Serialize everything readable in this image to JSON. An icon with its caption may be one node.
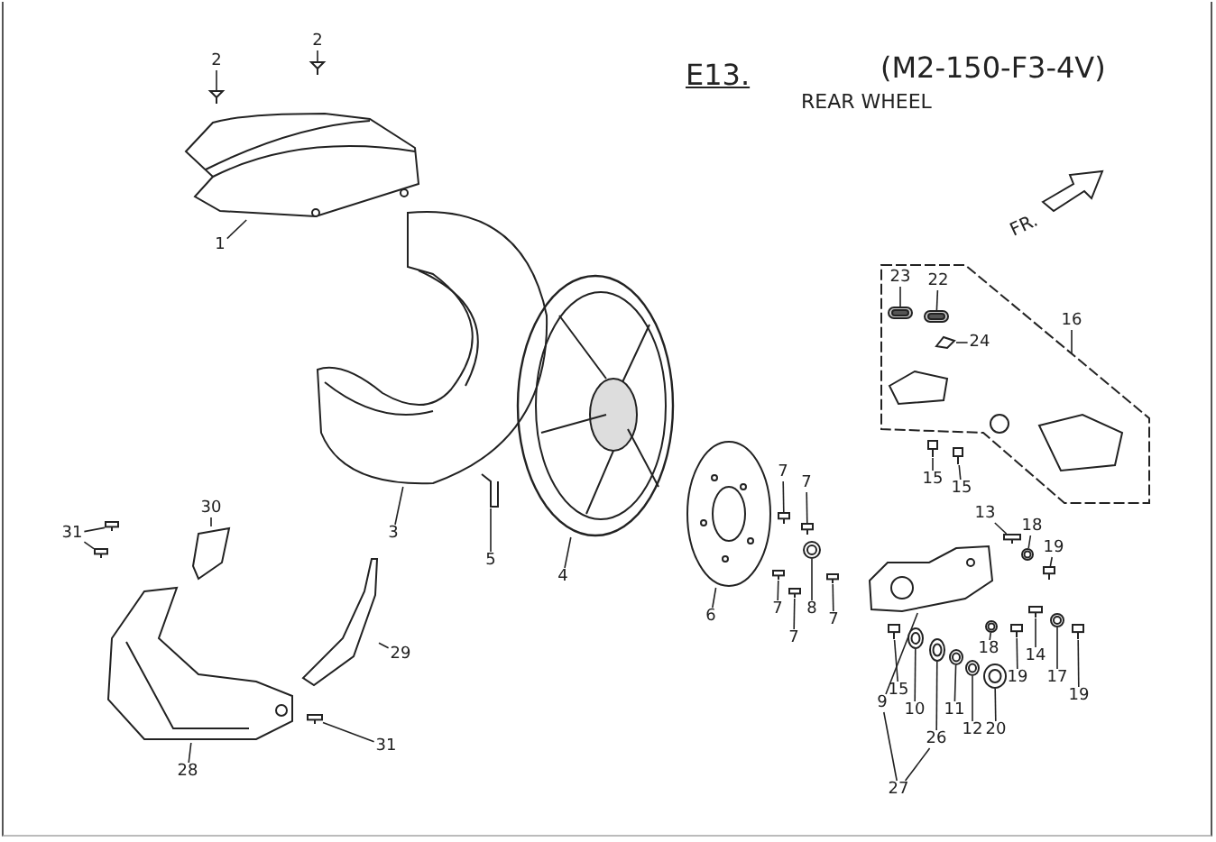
{
  "diagram": {
    "title": "E13.",
    "nodes": [
      {
        "text": [
          "2"
        ]
      },
      {
        "text": [],
        "shape": "picture"
      },
      {
        "text": [
          "2"
        ]
      },
      {
        "text": [],
        "shape": "picture"
      },
      {
        "text": [],
        "shape": "picture"
      },
      {
        "text": [
          "1"
        ]
      },
      {
        "text": [],
        "shape": "picture"
      },
      {
        "text": [
          "23"
        ],
        "in": 6
      },
      {
        "text": [],
        "shape": "picture",
        "in": 6
      },
      {
        "text": [
          "22"
        ],
        "in": 6
      },
      {
        "text": [],
        "shape": "picture",
        "in": 6
      },
      {
        "text": [
          "16"
        ],
        "in": 6
      },
      {
        "text": [
          "24"
        ],
        "in": 6
      },
      {
        "text": [],
        "shape": "picture",
        "in": 6
      },
      {
        "text": [],
        "shape": "picture",
        "in": 6
      },
      {
        "text": [
          "15"
        ],
        "in": 6
      },
      {
        "text": [],
        "shape": "picture",
        "in": 6
      },
      {
        "text": [
          "15"
        ],
        "in": 6
      },
      {
        "text": [],
        "shape": "picture"
      },
      {
        "text": [
          "3"
        ]
      },
      {
        "text": [],
        "shape": "picture"
      },
      {
        "text": [
          "4"
        ]
      },
      {
        "text": [],
        "shape": "picture"
      },
      {
        "text": [
          "5"
        ]
      },
      {
        "text": [],
        "shape": "picture"
      },
      {
        "text": [
          "6"
        ]
      },
      {
        "text": [],
        "shape": "picture"
      },
      {
        "text": [
          "7"
        ]
      },
      {
        "text": [],
        "shape": "picture"
      },
      {
        "text": [
          "7"
        ]
      },
      {
        "text": [],
        "shape": "picture"
      },
      {
        "text": [
          "8"
        ]
      },
      {
        "text": [],
        "shape": "picture"
      },
      {
        "text": [
          "7"
        ]
      },
      {
        "text": [],
        "shape": "picture"
      },
      {
        "text": [
          "7"
        ]
      },
      {
        "text": [],
        "shape": "picture"
      },
      {
        "text": [
          "7"
        ]
      },
      {
        "text": [],
        "shape": "picture"
      },
      {
        "text": [
          "13"
        ]
      },
      {
        "text": [],
        "shape": "picture"
      },
      {
        "text": [
          "18"
        ]
      },
      {
        "text": [],
        "shape": "picture"
      },
      {
        "text": [
          "19"
        ]
      },
      {
        "text": [],
        "shape": "picture"
      },
      {
        "text": [
          "9"
        ]
      },
      {
        "text": [],
        "shape": "picture"
      },
      {
        "text": [
          "15"
        ]
      },
      {
        "text": [],
        "shape": "picture"
      },
      {
        "text": [
          "10"
        ]
      },
      {
        "text": [],
        "shape": "picture"
      },
      {
        "text": [
          "26"
        ]
      },
      {
        "text": [],
        "shape": "picture"
      },
      {
        "text": [
          "11"
        ]
      },
      {
        "text": [],
        "shape": "picture"
      },
      {
        "text": [
          "12"
        ]
      },
      {
        "text": [],
        "shape": "picture"
      },
      {
        "text": [
          "20"
        ]
      },
      {
        "text": [],
        "shape": "picture"
      },
      {
        "text": [
          "18"
        ]
      },
      {
        "text": [],
        "shape": "picture"
      },
      {
        "text": [
          "19"
        ]
      },
      {
        "text": [],
        "shape": "picture"
      },
      {
        "text": [
          "14"
        ]
      },
      {
        "text": [],
        "shape": "picture"
      },
      {
        "text": [
          "17"
        ]
      },
      {
        "text": [],
        "shape": "picture"
      },
      {
        "text": [
          "19"
        ]
      },
      {
        "text": [
          "27"
        ]
      },
      {
        "text": [],
        "shape": "picture"
      },
      {
        "text": [
          "30"
        ]
      },
      {
        "text": [],
        "shape": "picture"
      },
      {
        "text": [],
        "shape": "picture"
      },
      {
        "text": [
          "31"
        ]
      },
      {
        "text": [],
        "shape": "picture"
      },
      {
        "text": [
          "28"
        ]
      },
      {
        "text": [],
        "shape": "picture"
      },
      {
        "text": [
          "29"
        ]
      },
      {
        "text": [],
        "shape": "picture"
      },
      {
        "text": [
          "31"
        ]
      }
    ],
    "edges": [
      {
        "from": 0,
        "to": 1,
        "arrow": "none"
      },
      {
        "from": 2,
        "to": 3,
        "arrow": "none"
      },
      {
        "from": 5,
        "to": 4,
        "arrow": "none"
      },
      {
        "from": 7,
        "to": 8,
        "arrow": "none"
      },
      {
        "from": 9,
        "to": 10,
        "arrow": "none"
      },
      {
        "from": 11,
        "to": 6,
        "arrow": "none"
      },
      {
        "from": 12,
        "to": 13,
        "arrow": "none"
      },
      {
        "from": 15,
        "to": 14,
        "arrow": "none"
      },
      {
        "from": 17,
        "to": 16,
        "arrow": "none"
      },
      {
        "from": 19,
        "to": 18,
        "arrow": "none"
      },
      {
        "from": 21,
        "to": 20,
        "arrow": "none"
      },
      {
        "from": 23,
        "to": 22,
        "arrow": "none"
      },
      {
        "from": 25,
        "to": 24,
        "arrow": "none"
      },
      {
        "from": 27,
        "to": 26,
        "arrow": "none"
      },
      {
        "from": 29,
        "to": 28,
        "arrow": "none"
      },
      {
        "from": 31,
        "to": 30,
        "arrow": "none"
      },
      {
        "from": 33,
        "to": 32,
        "arrow": "none"
      },
      {
        "from": 35,
        "to": 34,
        "arrow": "none"
      },
      {
        "from": 37,
        "to": 36,
        "arrow": "none"
      },
      {
        "from": 39,
        "to": 38,
        "arrow": "none"
      },
      {
        "from": 41,
        "to": 40,
        "arrow": "none"
      },
      {
        "from": 43,
        "to": 42,
        "arrow": "none"
      },
      {
        "from": 45,
        "to": 44,
        "arrow": "none"
      },
      {
        "from": 47,
        "to": 46,
        "arrow": "none"
      },
      {
        "from": 49,
        "to": 48,
        "arrow": "none"
      },
      {
        "from": 51,
        "to": 50,
        "arrow": "none"
      },
      {
        "from": 53,
        "to": 52,
        "arrow": "none"
      },
      {
        "from": 55,
        "to": 54,
        "arrow": "none"
      },
      {
        "from": 57,
        "to": 56,
        "arrow": "none"
      },
      {
        "from": 59,
        "to": 58,
        "arrow": "none"
      },
      {
        "from": 61,
        "to": 60,
        "arrow": "none"
      },
      {
        "from": 63,
        "to": 62,
        "arrow": "none"
      },
      {
        "from": 65,
        "to": 64,
        "arrow": "none"
      },
      {
        "from": 67,
        "to": 66,
        "arrow": "none"
      },
      {
        "from": 68,
        "to": 45,
        "arrow": "none"
      },
      {
        "from": 68,
        "to": 51,
        "arrow": "none"
      },
      {
        "from": 70,
        "to": 69,
        "arrow": "none"
      },
      {
        "from": 73,
        "to": 71,
        "arrow": "none"
      },
      {
        "from": 73,
        "to": 72,
        "arrow": "none"
      },
      {
        "from": 75,
        "to": 74,
        "arrow": "none"
      },
      {
        "from": 77,
        "to": 76,
        "arrow": "none"
      },
      {
        "from": 79,
        "to": 78,
        "arrow": "none"
      }
    ],
    "labels": [
      "(M2-150-F3-4V)",
      "REAR WHEEL",
      "FR."
    ]
  }
}
